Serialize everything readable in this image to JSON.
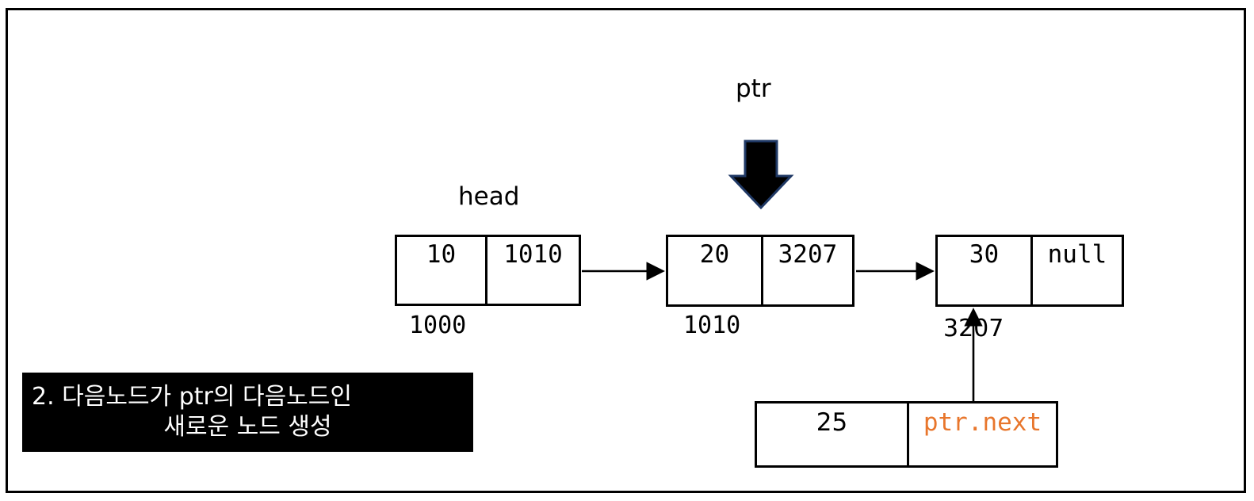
{
  "diagram": {
    "title": "Linked list insertion step 2",
    "colors": {
      "stroke": "#000000",
      "background": "#ffffff",
      "highlight_orange": "#E8762C",
      "arrow_outline_navy": "#1F3864",
      "caption_bg": "#000000",
      "caption_fg": "#FFFFFF"
    },
    "labels": {
      "head": "head",
      "ptr": "ptr"
    },
    "nodes": [
      {
        "id": "node-1000",
        "value": "10",
        "next": "1010",
        "address": "1000"
      },
      {
        "id": "node-1010",
        "value": "20",
        "next": "3207",
        "address": "1010"
      },
      {
        "id": "node-3207",
        "value": "30",
        "next": "null",
        "address": "3207"
      }
    ],
    "new_node": {
      "id": "node-new",
      "value": "25",
      "next": "ptr.next"
    },
    "caption": {
      "line1": "2. 다음노드가 ptr의 다음노드인",
      "line2": "새로운 노드 생성"
    }
  }
}
